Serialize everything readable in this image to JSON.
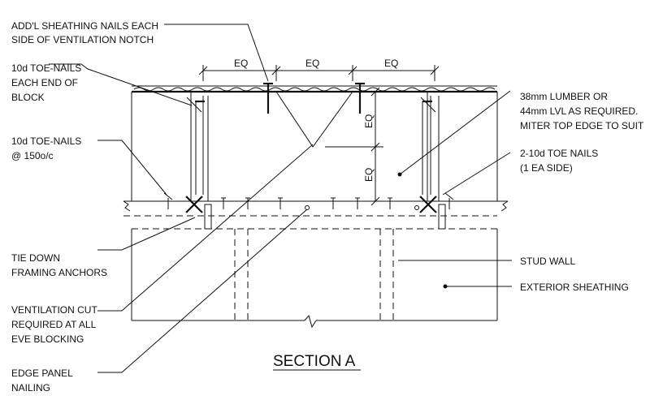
{
  "labels": {
    "sheathing_nails_1": "ADD'L SHEATHING NAILS EACH",
    "sheathing_nails_2": "SIDE OF VENTILATION NOTCH",
    "toe_end_1": "10d TOE-NAILS",
    "toe_end_2": "EACH END OF",
    "toe_end_3": "BLOCK",
    "toe_150_1": "10d TOE-NAILS",
    "toe_150_2": "@ 150o/c",
    "tie_down_1": "TIE DOWN",
    "tie_down_2": "FRAMING ANCHORS",
    "vent_cut_1": "VENTILATION CUT",
    "vent_cut_2": "REQUIRED AT ALL",
    "vent_cut_3": "EVE BLOCKING",
    "edge_panel_1": "EDGE PANEL",
    "edge_panel_2": "NAILING",
    "lumber_1": "38mm LUMBER OR",
    "lumber_2": "44mm LVL AS REQUIRED.",
    "lumber_3": "MITER TOP EDGE TO SUIT",
    "toe_side_1": "2-10d TOE NAILS",
    "toe_side_2": "(1 EA SIDE)",
    "stud_wall": "STUD WALL",
    "ext_sheathing": "EXTERIOR SHEATHING"
  },
  "dimensions": {
    "eq_top_1": "EQ",
    "eq_top_2": "EQ",
    "eq_top_3": "EQ",
    "eq_vert_1": "EQ",
    "eq_vert_2": "EQ"
  },
  "section_title": "SECTION A"
}
